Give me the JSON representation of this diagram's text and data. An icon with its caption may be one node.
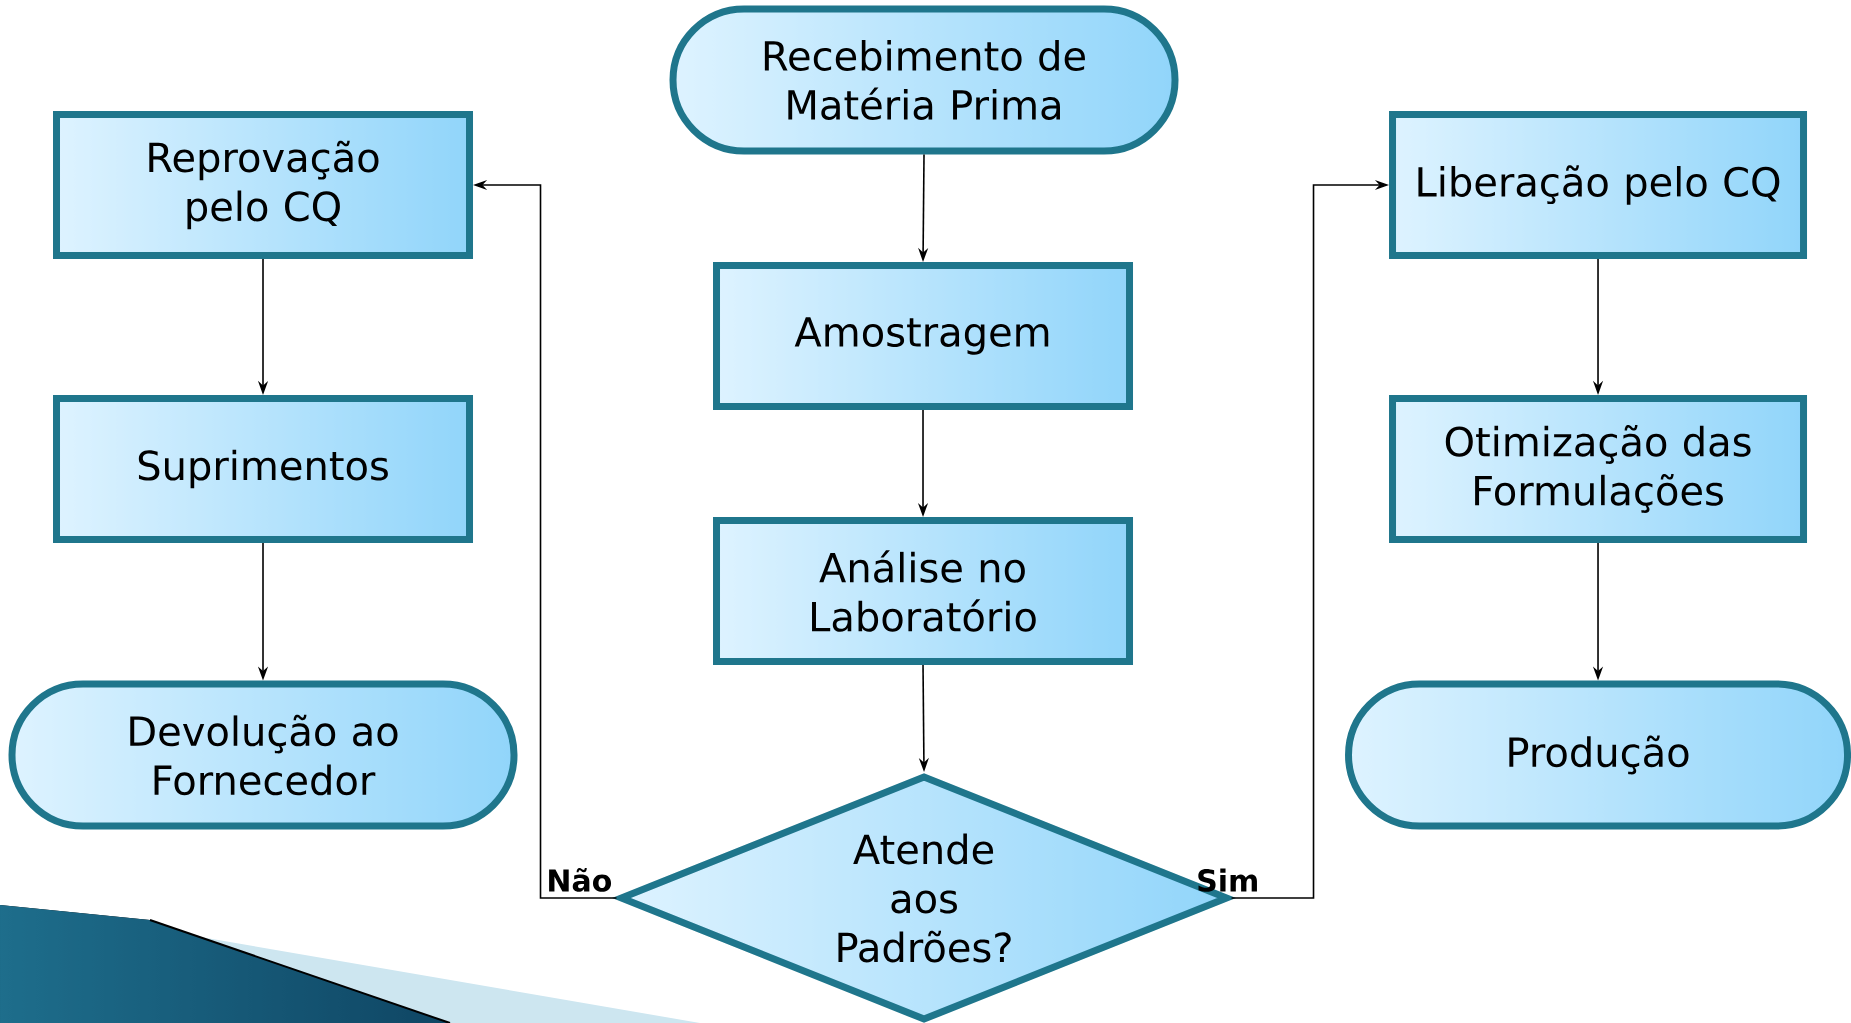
{
  "diagram": {
    "nodes": [
      {
        "text": [
          "Recebimento de Matéria Prima"
        ]
      },
      {
        "text": [
          "Reprovação pelo CQ"
        ]
      },
      {
        "text": [
          "Liberação pelo CQ"
        ]
      },
      {
        "text": [
          "Amostragem"
        ]
      },
      {
        "text": [
          "Suprimentos"
        ]
      },
      {
        "text": [
          "Otimização das Formulações"
        ]
      },
      {
        "text": [
          "Análise no Laboratório"
        ]
      },
      {
        "text": [
          "Devolução ao Fornecedor"
        ]
      },
      {
        "text": [
          "Produção"
        ]
      },
      {
        "text": [
          "Atende aos Padrões?"
        ]
      }
    ],
    "edges": [
      {
        "from": 0,
        "to": 3,
        "arrow": "to"
      },
      {
        "from": 3,
        "to": 6,
        "arrow": "to"
      },
      {
        "from": 6,
        "to": 9,
        "arrow": "to"
      },
      {
        "from": 9,
        "to": 1,
        "arrow": "to",
        "label": "Não"
      },
      {
        "from": 9,
        "to": 2,
        "arrow": "to",
        "label": "Sim"
      },
      {
        "from": 1,
        "to": 4,
        "arrow": "to"
      },
      {
        "from": 4,
        "to": 7,
        "arrow": "to"
      },
      {
        "from": 2,
        "to": 5,
        "arrow": "to"
      },
      {
        "from": 5,
        "to": 8,
        "arrow": "to"
      }
    ]
  }
}
